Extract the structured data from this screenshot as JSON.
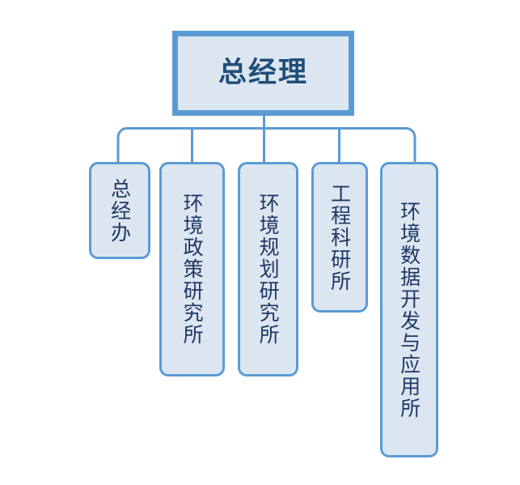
{
  "diagram": {
    "type": "organization-chart",
    "orientation": "top-down",
    "palette": {
      "box_fill": "#dce6f1",
      "box_border": "#5b9bd5",
      "root_text": "#1f4e79",
      "child_text": "#1f3864",
      "connector": "#5b9bd5",
      "background": "#ffffff"
    },
    "root": {
      "label": "总经理"
    },
    "children": [
      {
        "label": "总经办"
      },
      {
        "label": "环境政策研究所"
      },
      {
        "label": "环境规划研究所"
      },
      {
        "label": "工程科研所"
      },
      {
        "label": "环境数据开发与应用所"
      }
    ]
  }
}
